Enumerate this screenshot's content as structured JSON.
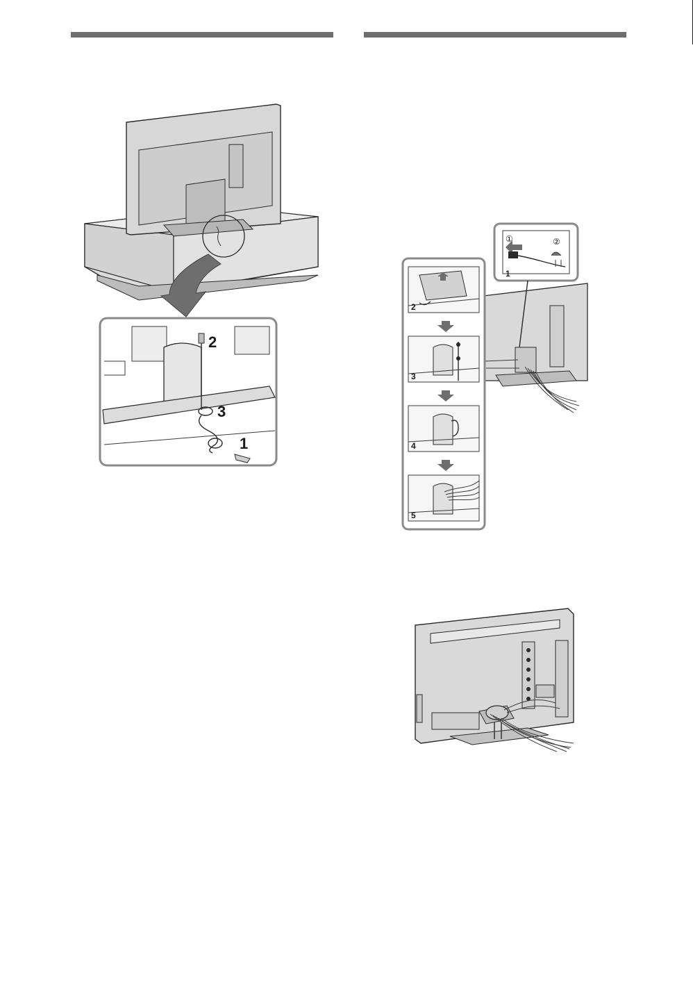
{
  "left_figure": {
    "callouts": {
      "step1": "1",
      "step2": "2",
      "step3": "3"
    }
  },
  "right_figure": {
    "top_callout": {
      "step1": "1",
      "circled1": "①",
      "circled2": "②"
    },
    "steps": [
      {
        "label": "2"
      },
      {
        "label": "3"
      },
      {
        "label": "4"
      },
      {
        "label": "5"
      }
    ]
  },
  "colors": {
    "rule": "#6e6e6e",
    "panel_border": "#8a8a8a",
    "tv_fill": "#d9d9d9",
    "arrow": "#6e6e6e"
  }
}
